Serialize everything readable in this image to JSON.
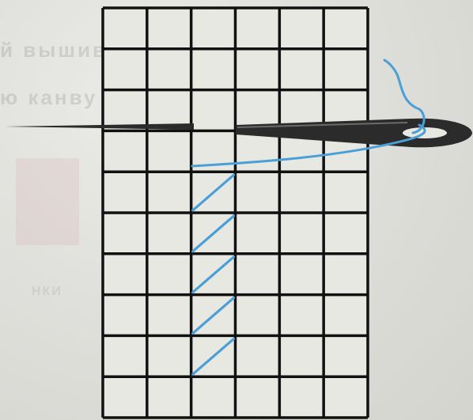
{
  "image": {
    "subject": "",
    "grid": {
      "columns": 6,
      "rows": 10
    },
    "stitch_count": 5
  },
  "bleed_through_text": [
    "й вышивку заготовку к",
    "ю канву для основ",
    "НКИ"
  ],
  "colors": {
    "background": "#dcdcd8",
    "grid_line": "#111111",
    "grid_fill": "#e8e8e3",
    "thread": "#4a9fd6",
    "needle": "#2b2b2b",
    "needle_highlight": "#6a6a6a"
  },
  "icons": [
    "needle-icon",
    "thread-icon"
  ]
}
